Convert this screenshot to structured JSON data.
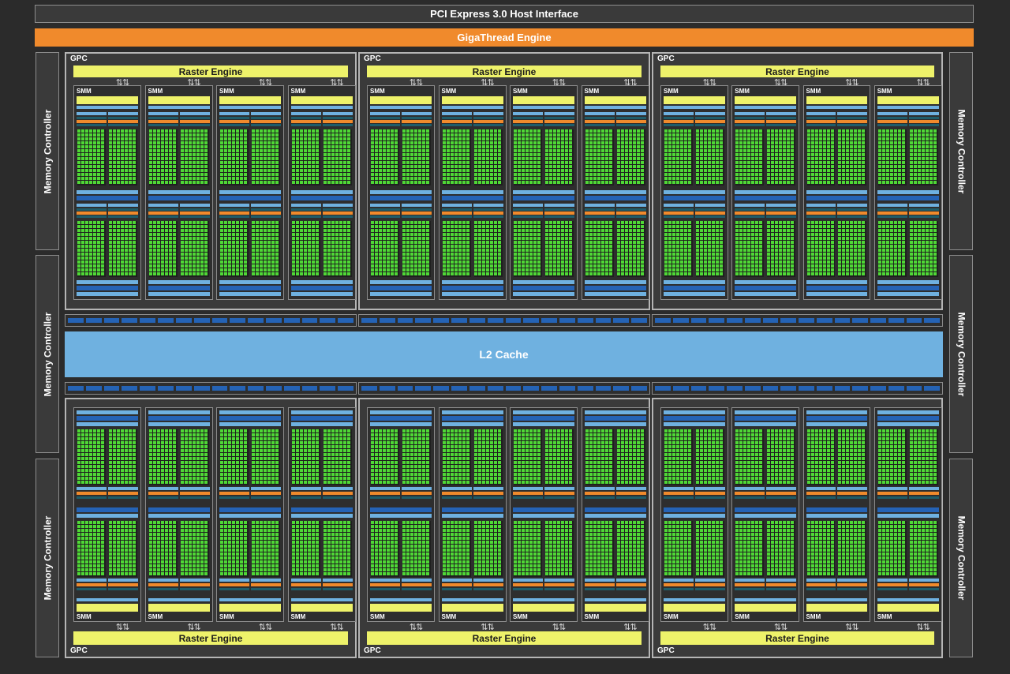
{
  "host_interface": "PCI Express 3.0 Host Interface",
  "thread_engine": "GigaThread Engine",
  "l2_cache": "L2 Cache",
  "memory_controller_label": "Memory Controller",
  "gpc_label": "GPC",
  "raster_engine_label": "Raster Engine",
  "smm_label": "SMM",
  "colors": {
    "background": "#2b2b2b",
    "panel": "#3a3a3a",
    "gigathread": "#f08a2c",
    "raster": "#eef26a",
    "core": "#4fd836",
    "cache": "#6fb1e0",
    "crossbar": "#2563b5"
  },
  "gpc_count": 6,
  "smm_per_gpc": 4,
  "memory_controllers_per_side": 3
}
